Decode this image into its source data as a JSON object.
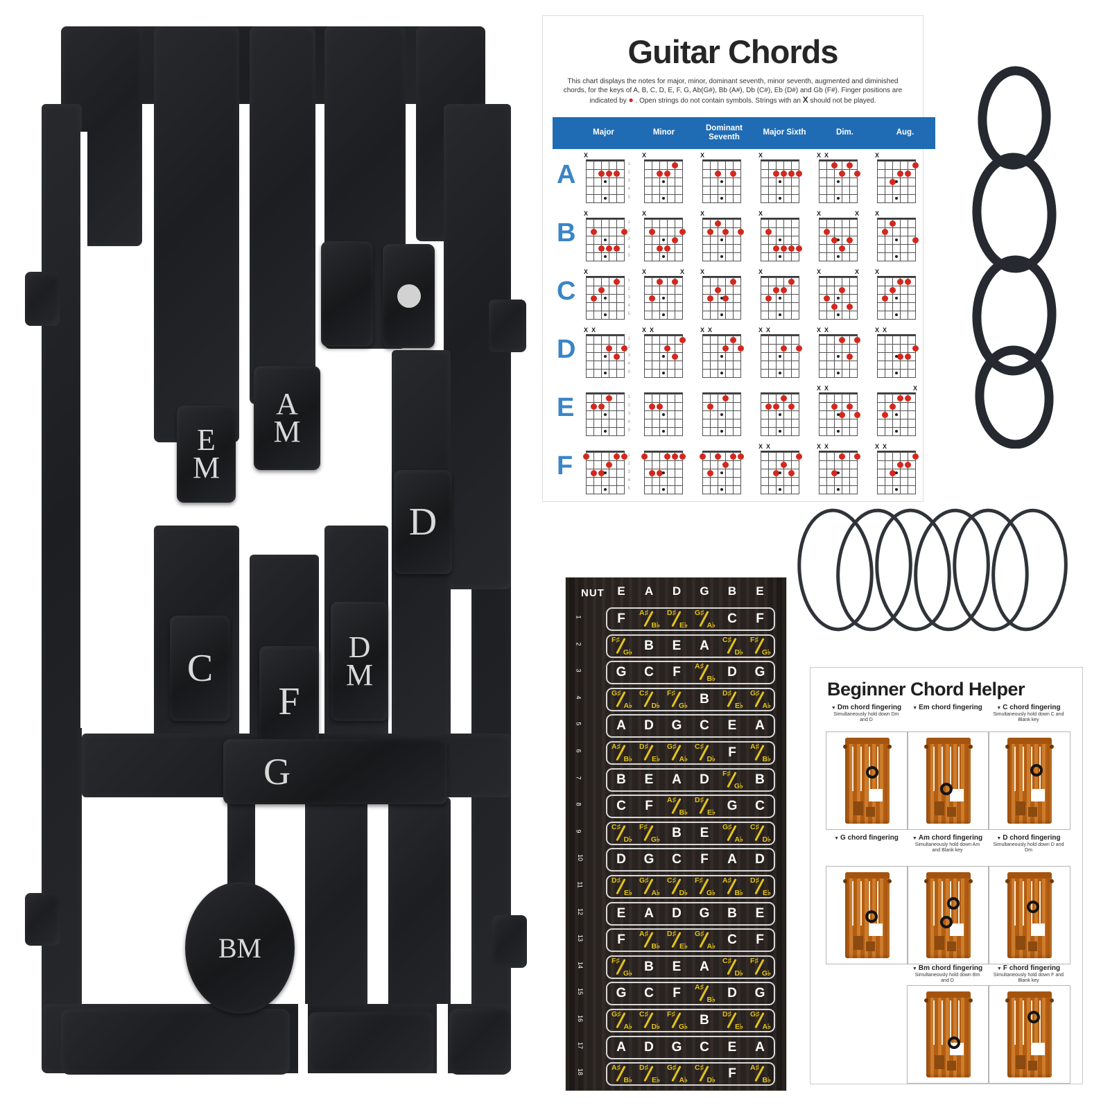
{
  "device": {
    "buttons": [
      {
        "id": "blank1",
        "label": "",
        "stacked": false,
        "dot": false
      },
      {
        "id": "blankdot",
        "label": "",
        "stacked": false,
        "dot": true
      },
      {
        "id": "em",
        "label": "EM",
        "stacked": true,
        "dot": false
      },
      {
        "id": "am",
        "label": "AM",
        "stacked": true,
        "dot": false
      },
      {
        "id": "d",
        "label": "D",
        "stacked": false,
        "dot": false
      },
      {
        "id": "c",
        "label": "C",
        "stacked": false,
        "dot": false
      },
      {
        "id": "f",
        "label": "F",
        "stacked": false,
        "dot": false
      },
      {
        "id": "dm",
        "label": "DM",
        "stacked": true,
        "dot": false
      },
      {
        "id": "g",
        "label": "G",
        "stacked": false,
        "dot": false
      },
      {
        "id": "bm",
        "label": "BM",
        "stacked": false,
        "dot": false
      }
    ]
  },
  "chord_chart": {
    "title": "Guitar Chords",
    "description_lines": [
      "This chart displays the notes for major, minor, dominant seventh, minor seventh, augmented and diminished",
      "chords, for the keys of  A, B, C, D, E, F, G, Ab(G#), Bb (A#), Db (C#), Eb (D#) and Gb (F#). Finger positions are",
      "indicated by ● . Open strings do not contain symbols. Strings with an X should not be played."
    ],
    "columns": [
      "Major",
      "Minor",
      "Dominant Seventh",
      "Major Sixth",
      "Dim.",
      "Aug."
    ],
    "fret_numbers": [
      1,
      2,
      3,
      4,
      5
    ],
    "rows": [
      {
        "key": "A",
        "chords": [
          "x02220",
          "x02210",
          "x02020",
          "x02222",
          "xx1212",
          "x03221"
        ]
      },
      {
        "key": "B",
        "chords": [
          "x24442",
          "x24432",
          "x21202",
          "x24444",
          "x2343x",
          "x21003"
        ]
      },
      {
        "key": "C",
        "chords": [
          "x32010",
          "x3101x",
          "x32310",
          "x32210",
          "x3424x",
          "x32110"
        ]
      },
      {
        "key": "D",
        "chords": [
          "xx0232",
          "xx0231",
          "xx0212",
          "xx0202",
          "xx0131",
          "xx0332"
        ]
      },
      {
        "key": "E",
        "chords": [
          "022100",
          "022000",
          "020100",
          "022120",
          "xx2323",
          "03211x"
        ]
      },
      {
        "key": "F",
        "chords": [
          "133211",
          "133111",
          "131211",
          "xx3231",
          "xx3101",
          "xx3221"
        ]
      }
    ],
    "colors": {
      "header_bg": "#1f6cb5",
      "row_key": "#3a85c8",
      "dot": "#d3281e"
    }
  },
  "ring_chain": {
    "count": 4,
    "color": "#262a30"
  },
  "rubber_bands": {
    "count": 6,
    "color": "#30343a"
  },
  "fretboard": {
    "nut_label": "NUT",
    "open_strings": [
      "E",
      "A",
      "D",
      "G",
      "B",
      "E"
    ],
    "rows": [
      {
        "fret": 1,
        "notes": [
          "F",
          "A#/Bb",
          "D#/Eb",
          "G#/Ab",
          "C",
          "F"
        ]
      },
      {
        "fret": 2,
        "notes": [
          "F#/Gb",
          "B",
          "E",
          "A",
          "C#/Db",
          "F#/Gb"
        ]
      },
      {
        "fret": 3,
        "notes": [
          "G",
          "C",
          "F",
          "A#/Bb",
          "D",
          "G"
        ]
      },
      {
        "fret": 4,
        "notes": [
          "G#/Ab",
          "C#/Db",
          "F#/Gb",
          "B",
          "D#/Eb",
          "G#/Ab"
        ]
      },
      {
        "fret": 5,
        "notes": [
          "A",
          "D",
          "G",
          "C",
          "E",
          "A"
        ]
      },
      {
        "fret": 6,
        "notes": [
          "A#/Bb",
          "D#/Eb",
          "G#/Ab",
          "C#/Db",
          "F",
          "A#/Bb"
        ]
      },
      {
        "fret": 7,
        "notes": [
          "B",
          "E",
          "A",
          "D",
          "F#/Gb",
          "B"
        ]
      },
      {
        "fret": 8,
        "notes": [
          "C",
          "F",
          "A#/Bb",
          "D#/Eb",
          "G",
          "C"
        ]
      },
      {
        "fret": 9,
        "notes": [
          "C#/Db",
          "F#/Gb",
          "B",
          "E",
          "G#/Ab",
          "C#/Db"
        ]
      },
      {
        "fret": 10,
        "notes": [
          "D",
          "G",
          "C",
          "F",
          "A",
          "D"
        ]
      },
      {
        "fret": 11,
        "notes": [
          "D#/Eb",
          "G#/Ab",
          "C#/Db",
          "F#/Gb",
          "A#/Bb",
          "D#/Eb"
        ]
      },
      {
        "fret": 12,
        "notes": [
          "E",
          "A",
          "D",
          "G",
          "B",
          "E"
        ]
      },
      {
        "fret": 13,
        "notes": [
          "F",
          "A#/Bb",
          "D#/Eb",
          "G#/Ab",
          "C",
          "F"
        ]
      },
      {
        "fret": 14,
        "notes": [
          "F#/Gb",
          "B",
          "E",
          "A",
          "C#/Db",
          "F#/Gb"
        ]
      },
      {
        "fret": 15,
        "notes": [
          "G",
          "C",
          "F",
          "A#/Bb",
          "D",
          "G"
        ]
      },
      {
        "fret": 16,
        "notes": [
          "G#/Ab",
          "C#/Db",
          "F#/Gb",
          "B",
          "D#/Eb",
          "G#/Ab"
        ]
      },
      {
        "fret": 17,
        "notes": [
          "A",
          "D",
          "G",
          "C",
          "E",
          "A"
        ]
      },
      {
        "fret": 18,
        "notes": [
          "A#/Bb",
          "D#/Eb",
          "G#/Ab",
          "C#/Db",
          "F",
          "A#/Bb"
        ]
      }
    ],
    "colors": {
      "natural": "#ffffff",
      "accidental": "#e3c319",
      "bg": "#282220"
    }
  },
  "beginner": {
    "title": "Beginner Chord Helper",
    "marker": "▼",
    "items": [
      {
        "chord": "Dm",
        "heading": "Dm chord fingering",
        "note": "Simultaneously hold down Dm and D",
        "row": 1,
        "col": 1,
        "rings": [
          [
            0.62,
            0.4
          ]
        ]
      },
      {
        "chord": "Em",
        "heading": "Em chord fingering",
        "note": "",
        "row": 1,
        "col": 2,
        "rings": [
          [
            0.46,
            0.6
          ]
        ]
      },
      {
        "chord": "C",
        "heading": "C chord fingering",
        "note": "Simultaneously hold down C and Blank key",
        "row": 1,
        "col": 3,
        "rings": [
          [
            0.66,
            0.38
          ]
        ]
      },
      {
        "chord": "G",
        "heading": "G chord fingering",
        "note": "",
        "row": 2,
        "col": 1,
        "rings": [
          [
            0.6,
            0.52
          ]
        ]
      },
      {
        "chord": "Am",
        "heading": "Am chord fingering",
        "note": "Simultaneously hold down Am and Blank key",
        "row": 2,
        "col": 2,
        "rings": [
          [
            0.62,
            0.36
          ],
          [
            0.46,
            0.58
          ]
        ]
      },
      {
        "chord": "D",
        "heading": "D chord fingering",
        "note": "Simultaneously hold down D and Dm",
        "row": 2,
        "col": 3,
        "rings": [
          [
            0.58,
            0.4
          ]
        ]
      },
      {
        "chord": "Bm",
        "heading": "Bm chord fingering",
        "note": "Simultaneously hold down Bm and D",
        "row": 3,
        "col": 2,
        "rings": [
          [
            0.64,
            0.6
          ]
        ]
      },
      {
        "chord": "F",
        "heading": "F chord fingering",
        "note": "Simultaneously hold down F and Blank key",
        "row": 3,
        "col": 3,
        "rings": [
          [
            0.6,
            0.3
          ]
        ]
      }
    ]
  }
}
